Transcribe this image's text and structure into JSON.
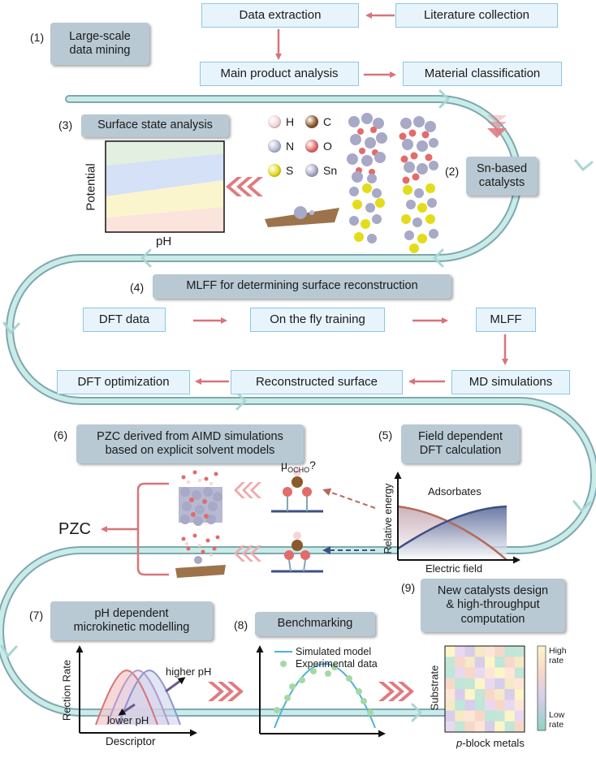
{
  "stage1": {
    "number": "(1)",
    "title_line1": "Large-scale",
    "title_line2": "data mining",
    "literature": "Literature collection",
    "extraction": "Data extraction",
    "main_product": "Main product analysis",
    "classification": "Material classification"
  },
  "stage2": {
    "number": "(2)",
    "title_line1": "Sn-based",
    "title_line2": "catalysts",
    "legend": [
      {
        "symbol": "H",
        "color": "#f4d6d6"
      },
      {
        "symbol": "C",
        "color": "#8b5a2b"
      },
      {
        "symbol": "N",
        "color": "#b4b9d6"
      },
      {
        "symbol": "O",
        "color": "#e26b6b"
      },
      {
        "symbol": "S",
        "color": "#e3dc1a"
      },
      {
        "symbol": "Sn",
        "color": "#a7a9c6"
      }
    ]
  },
  "stage3": {
    "number": "(3)",
    "title": "Surface state analysis",
    "ylabel": "Potential",
    "xlabel": "pH"
  },
  "stage4": {
    "number": "(4)",
    "title": "MLFF for determining surface reconstruction",
    "dft_data": "DFT data",
    "otf": "On the fly training",
    "mlff": "MLFF",
    "md": "MD simulations",
    "reconstructed": "Reconstructed surface",
    "dft_opt": "DFT optimization"
  },
  "stage5": {
    "number": "(5)",
    "title_line1": "Field dependent",
    "title_line2": "DFT calculation",
    "adsorbates": "Adsorbates",
    "ylabel": "Relative energy",
    "xlabel": "Electric field",
    "mu_base": "μ",
    "mu_sub": "OCHO",
    "mu_q": "?"
  },
  "stage6": {
    "number": "(6)",
    "title_line1": "PZC derived from AIMD simulations",
    "title_line2": "based on explicit solvent models",
    "pzc": "PZC"
  },
  "stage7": {
    "number": "(7)",
    "title_line1": "pH dependent",
    "title_line2": "microkinetic  modelling",
    "ylabel": "Rection Rate",
    "xlabel": "Descriptor",
    "higher": "higher pH",
    "lower": "lower pH"
  },
  "stage8": {
    "number": "(8)",
    "title": "Benchmarking",
    "legend_model": "Simulated model",
    "legend_exp": "Experimental data"
  },
  "stage9": {
    "number": "(9)",
    "title_line1": "New catalysts design",
    "title_line2": "& high-throughput",
    "title_line3": "computation",
    "ylabel": "Substrate",
    "xlabel_italic": "p",
    "xlabel_rest": "-block metals",
    "high1": "High",
    "high2": "rate",
    "low1": "Low",
    "low2": "rate"
  },
  "colors": {
    "track": "#bfe3e0",
    "track_edge": "#7fa7b0",
    "arrow_red": "#d8747a",
    "box_fill": "#e8f4fb",
    "box_border": "#8cc6e6",
    "stage_box": "#b8c9d3"
  }
}
